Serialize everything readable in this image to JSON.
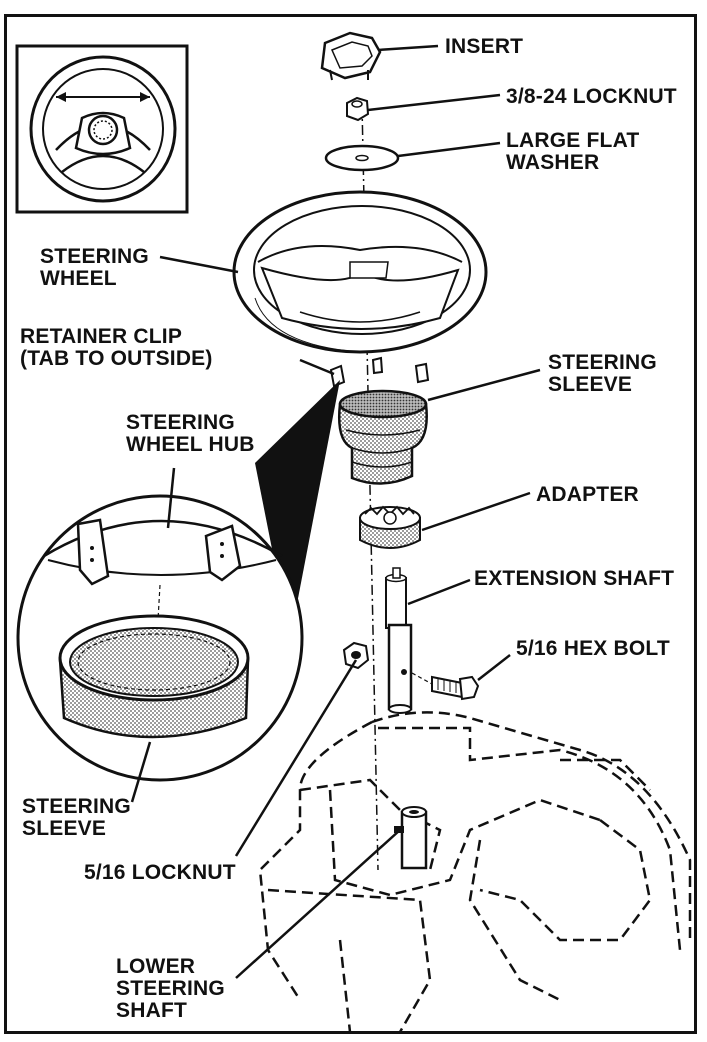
{
  "labels": {
    "insert": "INSERT",
    "locknut_38": "3/8-24 LOCKNUT",
    "flat_washer": "LARGE FLAT\nWASHER",
    "steering_wheel": "STEERING\nWHEEL",
    "retainer_clip": "RETAINER CLIP\n(TAB TO OUTSIDE)",
    "steering_sleeve_right": "STEERING\nSLEEVE",
    "steering_wheel_hub": "STEERING\nWHEEL HUB",
    "adapter": "ADAPTER",
    "extension_shaft": "EXTENSION SHAFT",
    "hex_bolt": "5/16 HEX BOLT",
    "steering_sleeve_left": "STEERING\nSLEEVE",
    "locknut_516": "5/16 LOCKNUT",
    "lower_steering_shaft": "LOWER\nSTEERING\nSHAFT"
  },
  "colors": {
    "ink": "#111111",
    "shade": "#9a9a9a",
    "paper": "#ffffff"
  }
}
